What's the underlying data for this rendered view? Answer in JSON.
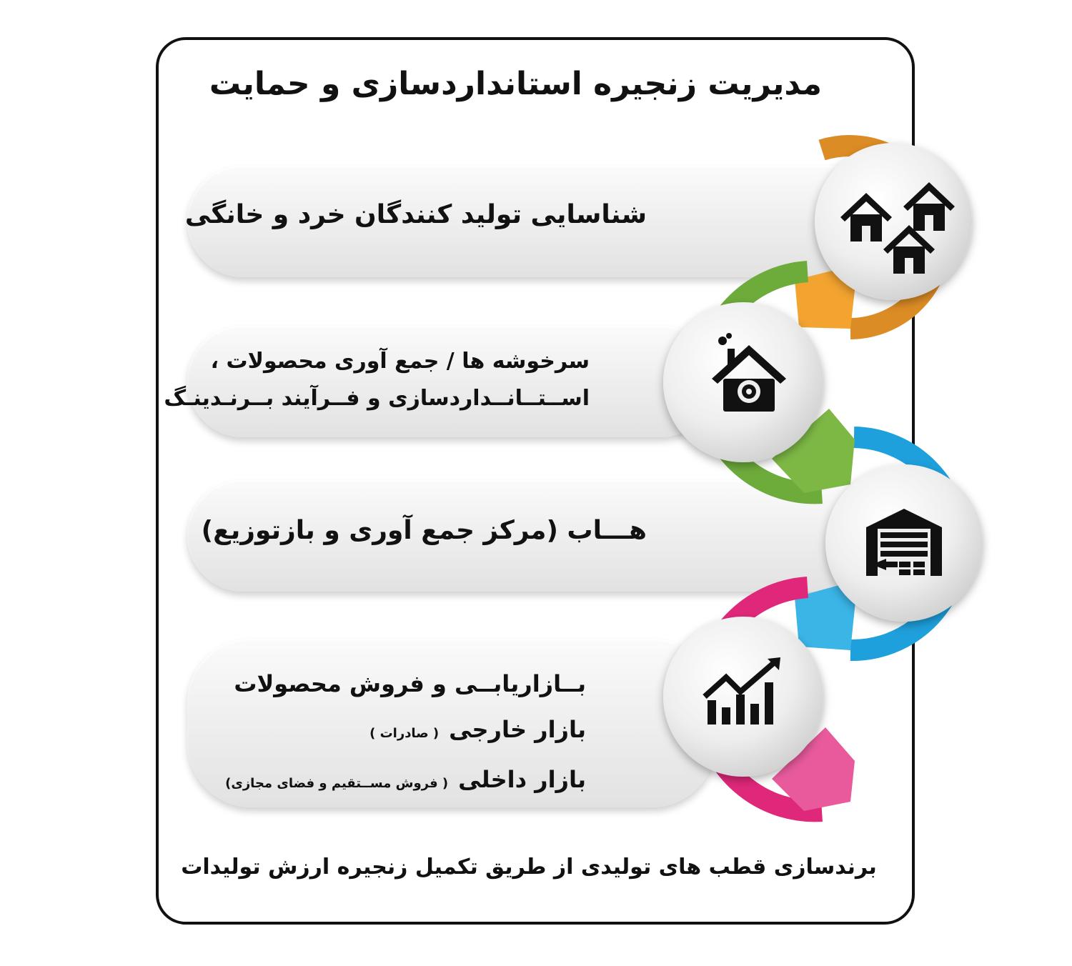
{
  "title": "مدیریت زنجیره استانداردسازی و حمایت",
  "steps": [
    {
      "lines": [
        "شناسایی تولید کنندگان خرد و خانگی"
      ],
      "icon": "houses-icon",
      "color": "#d98a1f"
    },
    {
      "lines": [
        "سرخوشه ها / جمع آوری محصولات ،",
        "اســتــانــداردسازی و فــرآیند بــرنـدینـگ"
      ],
      "icon": "home-gear-icon",
      "color": "#6aa83a"
    },
    {
      "lines": [
        "هـــاب (مرکز جمع آوری و بازتوزیع)"
      ],
      "icon": "warehouse-icon",
      "color": "#1a9ad6"
    },
    {
      "lines": [
        "بــازاریابــی و فروش محصولات",
        "بازار خارجی",
        "بازار داخلی"
      ],
      "notes": [
        "( صادرات )",
        "( فروش مســتقیم و فضای مجازی)"
      ],
      "icon": "growth-chart-icon",
      "color": "#e0287a"
    }
  ],
  "footer": "برندسازی قطب های تولیدی از طریق تکمیل زنجیره ارزش تولیدات"
}
